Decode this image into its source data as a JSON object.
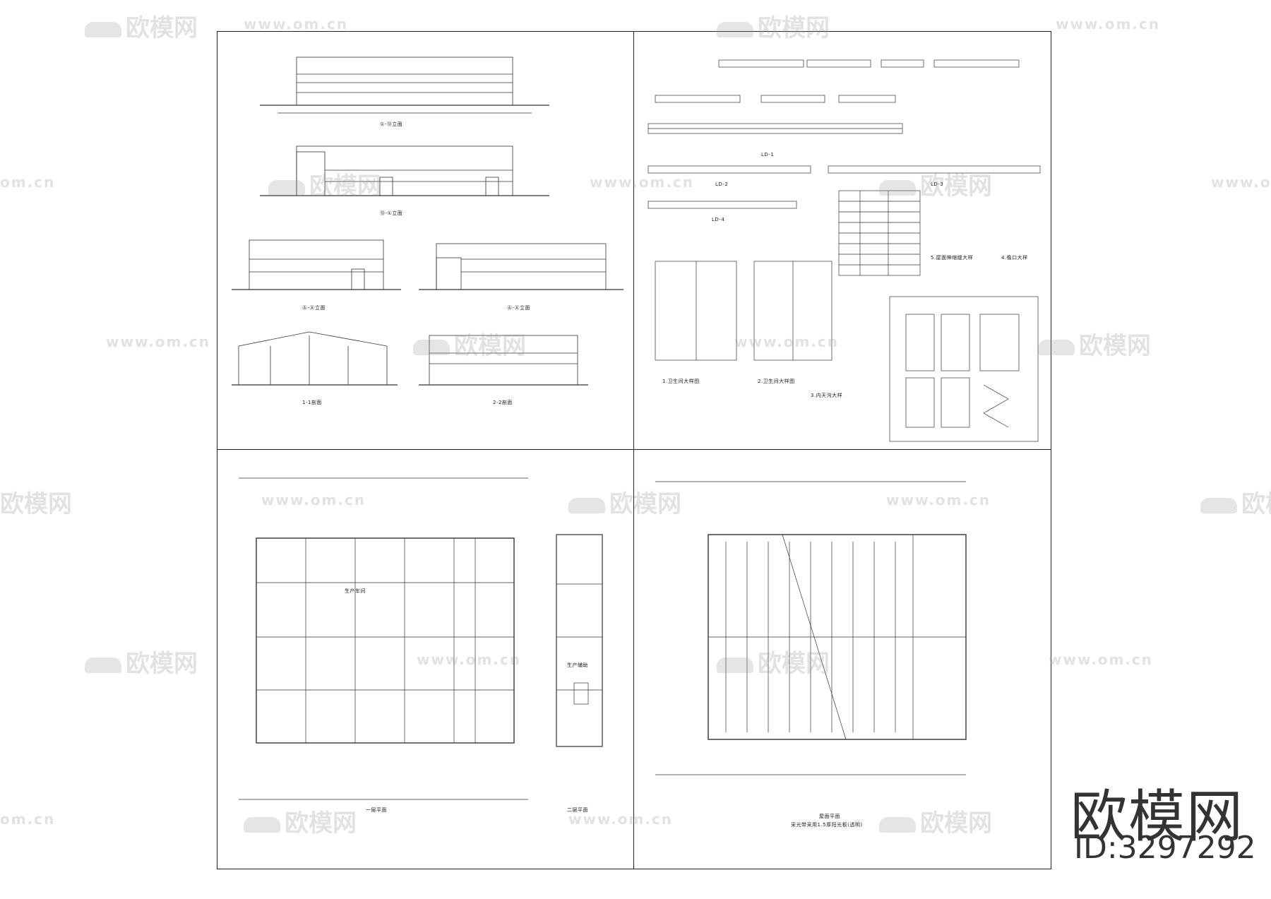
{
  "brand": {
    "name": "欧模网",
    "id_label": "ID:3297292"
  },
  "watermark": {
    "cn": "欧模网",
    "url": "www.om.cn",
    "url_short": "om.cn"
  },
  "sheet_tl": {
    "elev1": "①-⑬立面",
    "elev2": "⑬-①立面",
    "elev3": "Ⓐ-Ⓐ立面",
    "elev4": "Ⓐ-Ⓐ立面",
    "sec1": "1-1剖面",
    "sec2": "2-2剖面"
  },
  "sheet_tr": {
    "ld1": "LD-1",
    "ld2": "LD-2",
    "ld3": "LD-3",
    "ld4": "LD-4",
    "toilet1": "1.卫生间大样图",
    "toilet2": "2.卫生间大样图",
    "gutter": "3.内天沟大样",
    "detail4": "4.檐口大样",
    "detail5": "5.屋面伸缩缝大样"
  },
  "sheet_bl": {
    "plan1": "一层平面",
    "plan2": "二层平面",
    "workshop": "生产车间",
    "office": "生产辅助"
  },
  "sheet_br": {
    "roof": "屋面平面",
    "note": "采光带采用1.5厚阳光板(透明)"
  }
}
